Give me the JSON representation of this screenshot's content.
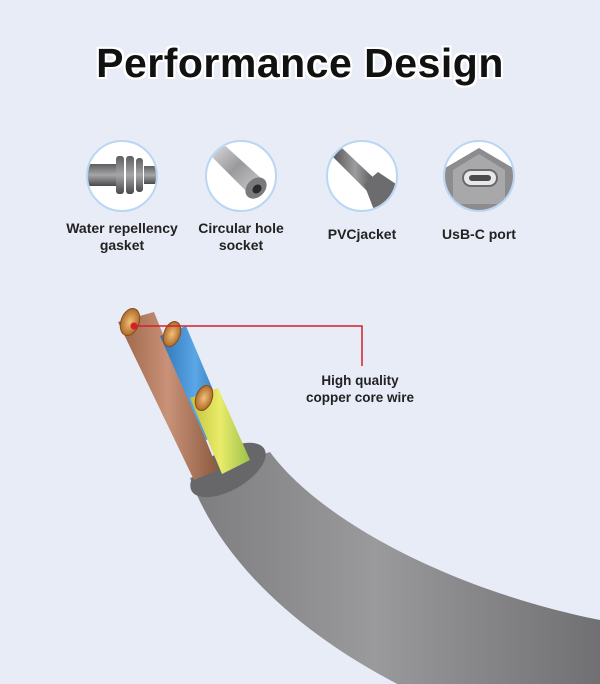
{
  "title": "Performance Design",
  "features": [
    {
      "label_line1": "Water repellency",
      "label_line2": "gasket",
      "icon": "gasket-icon"
    },
    {
      "label_line1": "Circular hole",
      "label_line2": "socket",
      "icon": "socket-icon"
    },
    {
      "label_line1": "PVCjacket",
      "label_line2": "",
      "icon": "jacket-icon"
    },
    {
      "label_line1": "UsB-C port",
      "label_line2": "",
      "icon": "usb-c-port-icon"
    }
  ],
  "callout": {
    "line1": "High quality",
    "line2": "copper core wire"
  },
  "colors": {
    "background": "#e8ecf6",
    "cable": "#8a8a8c",
    "wire_brown": "#b07a5c",
    "wire_blue": "#3f8bd0",
    "wire_yellow_green": "#d6d850",
    "callout_line": "#d4202c"
  }
}
